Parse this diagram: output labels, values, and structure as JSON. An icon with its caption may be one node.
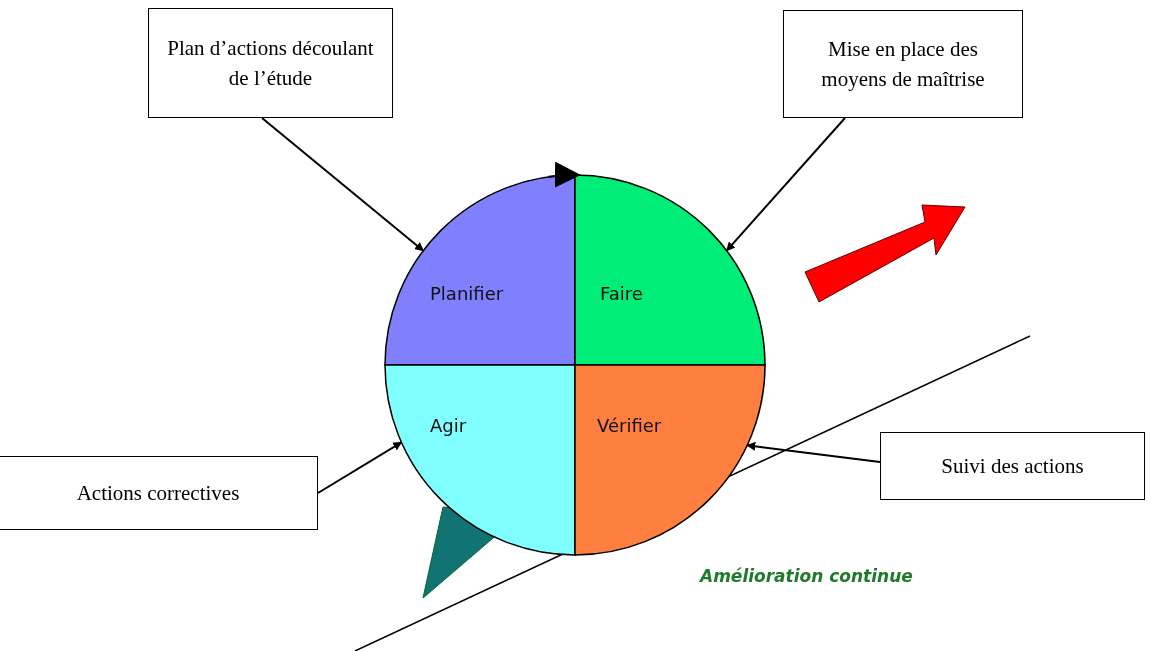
{
  "diagram": {
    "nodes": [
      {
        "text": [
          "Plan d’actions découlant de l’étude"
        ]
      },
      {
        "text": [
          "Mise en place des moyens de maîtrise"
        ]
      },
      {
        "text": [
          "Actions correctives"
        ]
      },
      {
        "text": [
          "Suivi des actions"
        ]
      },
      {
        "text": [
          "Planifier"
        ]
      },
      {
        "text": [
          "Faire"
        ]
      },
      {
        "text": [
          "Agir"
        ]
      },
      {
        "text": [
          "Vérifier"
        ]
      }
    ],
    "edges": [
      {
        "from": 0,
        "to": 4,
        "arrow": "to"
      },
      {
        "from": 1,
        "to": 5,
        "arrow": "to"
      },
      {
        "from": 2,
        "to": 6,
        "arrow": "to"
      },
      {
        "from": 3,
        "to": 7,
        "arrow": "to"
      },
      {
        "from": 4,
        "to": 5,
        "arrow": "to"
      }
    ],
    "labels": [
      "Amélioration continue"
    ]
  }
}
